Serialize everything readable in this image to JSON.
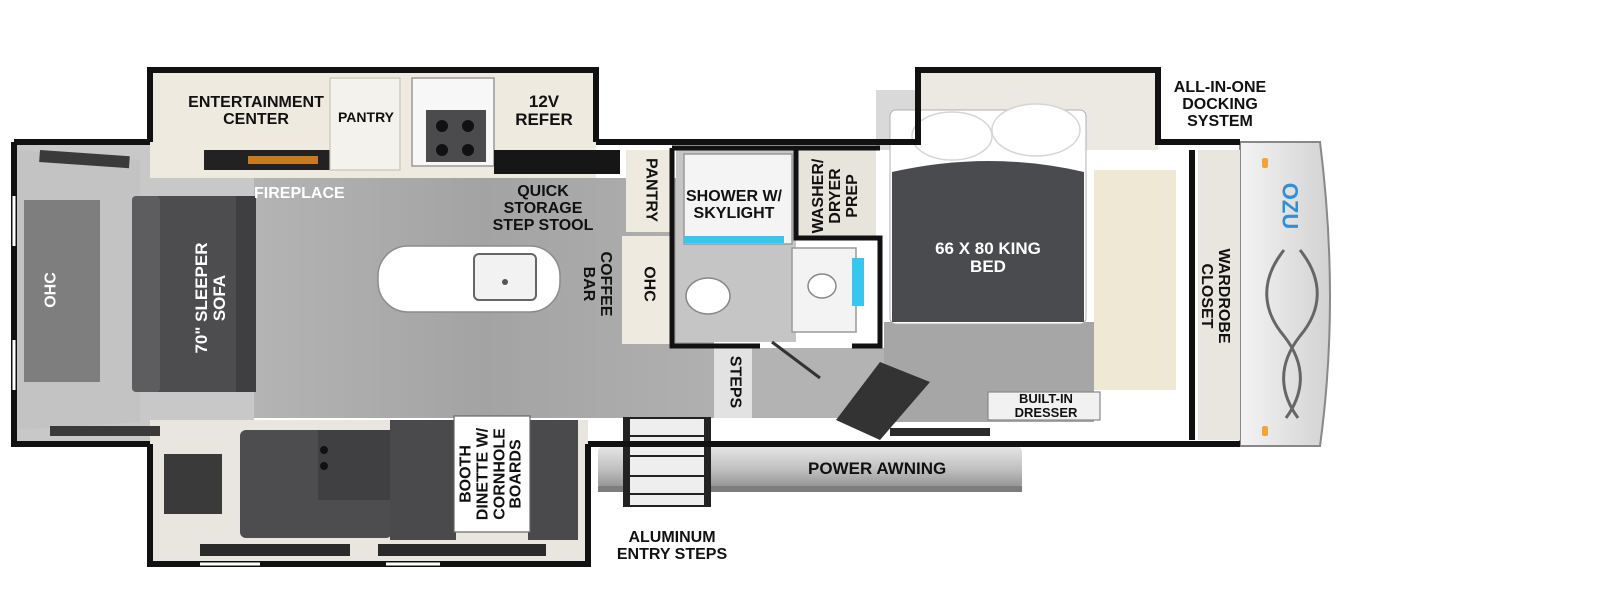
{
  "labels": {
    "entertainment_center": "ENTERTAINMENT CENTER",
    "pantry_top": "PANTRY",
    "refer": "12V REFER",
    "fireplace": "FIREPLACE",
    "quick_storage": "QUICK STORAGE STEP STOOL",
    "pantry_side": "PANTRY",
    "coffee_bar": "COFFEE BAR",
    "ohc_mid": "OHC",
    "ohc_left": "OHC",
    "sleeper_sofa": "70\" SLEEPER SOFA",
    "shower": "SHOWER W/ SKYLIGHT",
    "washer_dryer": "WASHER/ DRYER PREP",
    "king_bed": "66 X 80 KING BED",
    "docking": "ALL-IN-ONE DOCKING SYSTEM",
    "wardrobe": "WARDROBE CLOSET",
    "built_in_dresser": "BUILT-IN DRESSER",
    "steps": "STEPS",
    "booth_dinette": "BOOTH DINETTE W/ CORNHOLE BOARDS",
    "power_awning": "POWER AWNING",
    "aluminum_steps": "ALUMINUM ENTRY STEPS",
    "brand_mark": "OZU"
  },
  "colors": {
    "wall": "#111111",
    "floor": "#a8a8a8",
    "cabinet": "#eeeae0",
    "sofa": "#4d4d4f",
    "bed_cover": "#4a4b4e",
    "water": "#38c6ee",
    "awning": "#c9c9c9",
    "brand": "#2f8fd8"
  }
}
